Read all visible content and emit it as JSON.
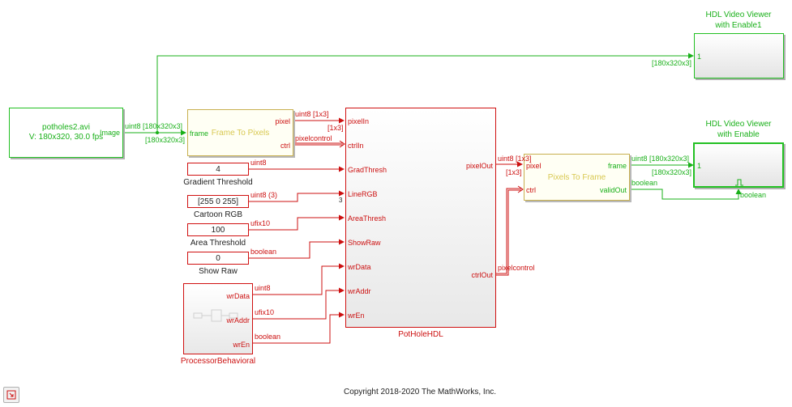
{
  "colors": {
    "green": "#19b019",
    "red": "#cc1010",
    "yellow_label": "#d8c850"
  },
  "source": {
    "line1": "potholes2.avi",
    "line2": "V: 180x320, 30.0 fps",
    "port": "Image"
  },
  "f2p": {
    "title": "Frame To Pixels",
    "in": "frame",
    "out1": "pixel",
    "out2": "ctrl"
  },
  "consts": [
    {
      "value": "4",
      "label": "Gradient Threshold",
      "type": "uint8"
    },
    {
      "value": "[255 0 255]",
      "label": "Cartoon RGB",
      "type": "uint8 (3)"
    },
    {
      "value": "100",
      "label": "Area Threshold",
      "type": "ufix10"
    },
    {
      "value": "0",
      "label": "Show Raw",
      "type": "boolean"
    }
  ],
  "proc": {
    "label": "ProcessorBehavioral",
    "ports": [
      "wrData",
      "wrAddr",
      "wrEn"
    ],
    "types": [
      "uint8",
      "ufix10",
      "boolean"
    ]
  },
  "hdl": {
    "label": "PotHoleHDL",
    "inputs": [
      "pixelIn",
      "ctrlIn",
      "GradThresh",
      "LineRGB",
      "AreaThresh",
      "ShowRaw",
      "wrData",
      "wrAddr",
      "wrEn"
    ],
    "out1": "pixelOut",
    "out2": "ctrlOut",
    "dim3": "3"
  },
  "p2f": {
    "title": "Pixels To Frame",
    "in1": "pixel",
    "in2": "ctrl",
    "out1": "frame",
    "out2": "validOut"
  },
  "viewer1": {
    "title1": "HDL Video Viewer",
    "title2": "with Enable1",
    "port": "1",
    "dim": "[180x320x3]"
  },
  "viewer2": {
    "title1": "HDL Video Viewer",
    "title2": "with Enable",
    "port": "1",
    "dim": "[180x320x3]",
    "enable_type": "boolean"
  },
  "signals": {
    "src_out": "uint8 [180x320x3]",
    "src_dim": "[180x320x3]",
    "pix_type": "uint8 [1x3]",
    "pix_dim": "[1x3]",
    "ctrl_type": "pixelcontrol",
    "hdl_pix_type": "uint8 [1x3]",
    "hdl_pix_dim": "[1x3]",
    "hdl_ctrl_type": "pixelcontrol",
    "frame_type": "uint8 [180x320x3]",
    "frame_dim": "[180x320x3]",
    "valid_type": "boolean"
  },
  "footer": "Copyright 2018-2020 The MathWorks, Inc."
}
